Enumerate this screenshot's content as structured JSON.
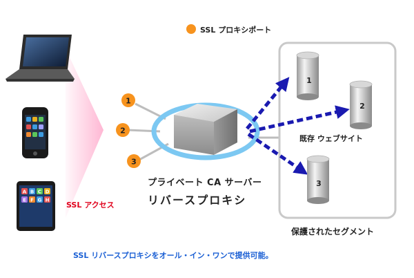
{
  "legend": {
    "label": "SSL プロキシポート",
    "marker_color": "#f7931e"
  },
  "client_devices": [
    "laptop-icon",
    "smartphone-icon",
    "tablet-icon"
  ],
  "ssl_access_label": "SSL アクセス",
  "proxy_ports": [
    "1",
    "2",
    "3"
  ],
  "proxy_server": {
    "name": "プライベート CA サーバー",
    "role": "リバースプロキシ"
  },
  "protected_segment": {
    "label": "保護されたセグメント",
    "site_label": "既存 ウェブサイト",
    "servers": [
      "1",
      "2",
      "3"
    ]
  },
  "footer": "SSL リバースプロキシをオール・イン・ワンで提供可能。",
  "tablet_keys": [
    "A",
    "B",
    "C",
    "D",
    "E",
    "F",
    "G",
    "H"
  ],
  "colors": {
    "port": "#f7931e",
    "ring": "#7cc8f2",
    "arrow": "#1a1ab0",
    "footer_text": "#1a5fd4",
    "access_text": "#e0001b"
  }
}
